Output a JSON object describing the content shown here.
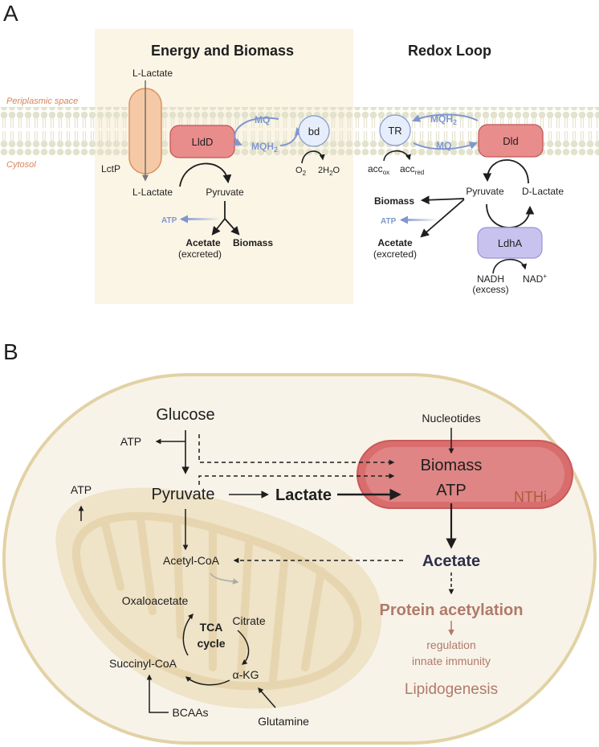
{
  "colors": {
    "accent_text": "#b07a6a",
    "membrane_label": "#d9825a",
    "electron_carrier": "#7f97cf",
    "enzyme_red": "#e98c8c",
    "enzyme_purple": "#c7c3ee",
    "beige_panel": "#fbf5e6",
    "cell_fill": "#f8f3e9",
    "cell_border": "#e2d2a4",
    "mito_fill": "#efe3c8",
    "nthi_fill": "#d96d6d"
  },
  "panel_a": {
    "letter": "A",
    "section_energy_title": "Energy and Biomass",
    "section_redox_title": "Redox Loop",
    "periplasmic_label": "Periplasmic space",
    "cytosol_label": "Cytosol",
    "lct_top": "L-Lactate",
    "lct_bottom": "L-Lactate",
    "lctp": "LctP",
    "lldd": "LldD",
    "mq_left": "MQ",
    "mqh2_left": "MQH",
    "mqh2_left_sub": "2",
    "bd": "bd",
    "o2": "O",
    "o2_sub": "2",
    "h2o": "2H",
    "h2o_sub": "2",
    "h2o_tail": "O",
    "pyruvate_left": "Pyruvate",
    "atp_left": "ATP",
    "acetate_left": "Acetate",
    "excreted_left": "(excreted)",
    "biomass_left": "Biomass",
    "tr": "TR",
    "mqh2_right": "MQH",
    "mqh2_right_sub": "2",
    "mq_right": "MQ",
    "acc_ox": "acc",
    "acc_ox_sub": "ox",
    "acc_red": "acc",
    "acc_red_sub": "red",
    "dld": "Dld",
    "biomass_right": "Biomass",
    "pyruvate_right": "Pyruvate",
    "dlactate": "D-Lactate",
    "atp_right": "ATP",
    "acetate_right": "Acetate",
    "excreted_right": "(excreted)",
    "ldha": "LdhA",
    "nadh": "NADH",
    "nadh_excess": "(excess)",
    "nad": "NAD",
    "nad_sup": "+"
  },
  "panel_b": {
    "letter": "B",
    "glucose": "Glucose",
    "atp_glucose": "ATP",
    "atp_mito": "ATP",
    "pyruvate": "Pyruvate",
    "lactate": "Lactate",
    "nucleotides": "Nucleotides",
    "biomass": "Biomass",
    "atp_nthi": "ATP",
    "nthi": "NTHi",
    "acetyl_coa": "Acetyl-CoA",
    "acetate": "Acetate",
    "oxaloacetate": "Oxaloacetate",
    "citrate": "Citrate",
    "tca_line1": "TCA",
    "tca_line2": "cycle",
    "succinyl_coa": "Succinyl-CoA",
    "akg": "α-KG",
    "bcaas": "BCAAs",
    "glutamine": "Glutamine",
    "protein_acetylation": "Protein acetylation",
    "regulation": "regulation",
    "innate_immunity": "innate immunity",
    "lipidogenesis": "Lipidogenesis"
  }
}
